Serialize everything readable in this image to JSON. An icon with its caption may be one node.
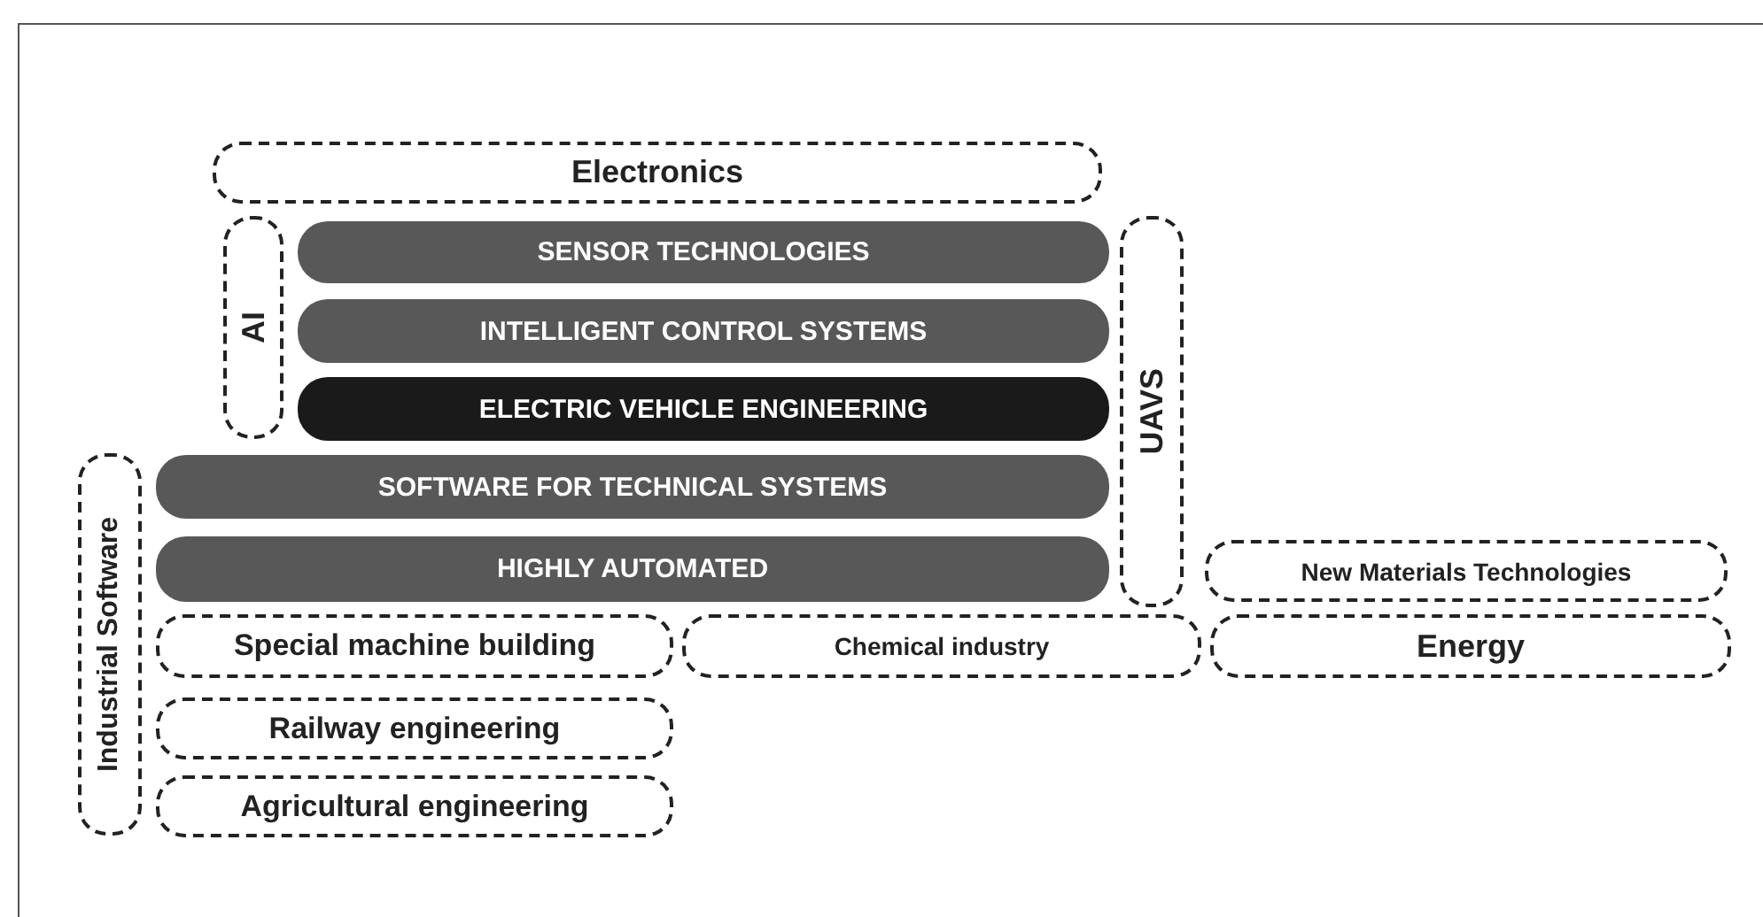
{
  "diagram": {
    "nodes": [
      {
        "text": [
          "Electronics"
        ]
      },
      {
        "text": [
          "AI"
        ]
      },
      {
        "text": [
          "SENSOR TECHNOLOGIES"
        ]
      },
      {
        "text": [
          "INTELLIGENT CONTROL SYSTEMS"
        ]
      },
      {
        "text": [
          "ELECTRIC VEHICLE ENGINEERING"
        ]
      },
      {
        "text": [
          "UAVS"
        ]
      },
      {
        "text": [
          "Industrial Software"
        ]
      },
      {
        "text": [
          "SOFTWARE FOR TECHNICAL SYSTEMS"
        ]
      },
      {
        "text": [
          "HIGHLY AUTOMATED"
        ]
      },
      {
        "text": [
          "New Materials Technologies"
        ]
      },
      {
        "text": [
          "Special machine building"
        ]
      },
      {
        "text": [
          "Chemical industry"
        ]
      },
      {
        "text": [
          "Energy"
        ]
      },
      {
        "text": [
          "Railway engineering"
        ]
      },
      {
        "text": [
          "Agricultural engineering"
        ]
      }
    ]
  }
}
